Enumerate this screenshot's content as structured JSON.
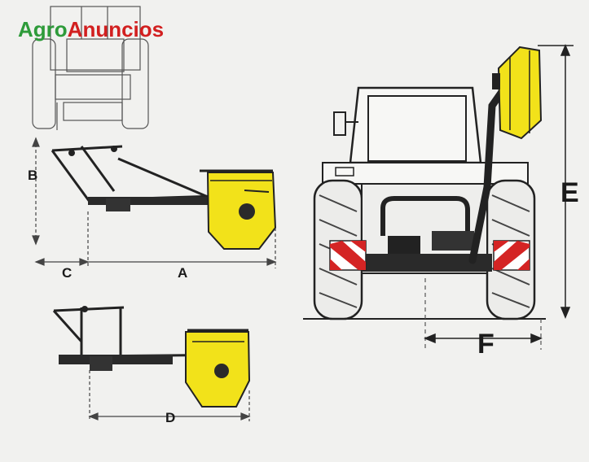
{
  "logo": {
    "part1": "Agro",
    "part2": "Anuncios",
    "color_part1": "#2e9b3a",
    "color_part2": "#d21f1f"
  },
  "dimensions": {
    "a": "A",
    "b": "B",
    "c": "C",
    "d": "D",
    "e": "E",
    "f": "F"
  },
  "colors": {
    "mower_yellow": "#f2e21a",
    "line_dark": "#222222",
    "reflector_red": "#d42424",
    "background": "#f1f1ef"
  }
}
